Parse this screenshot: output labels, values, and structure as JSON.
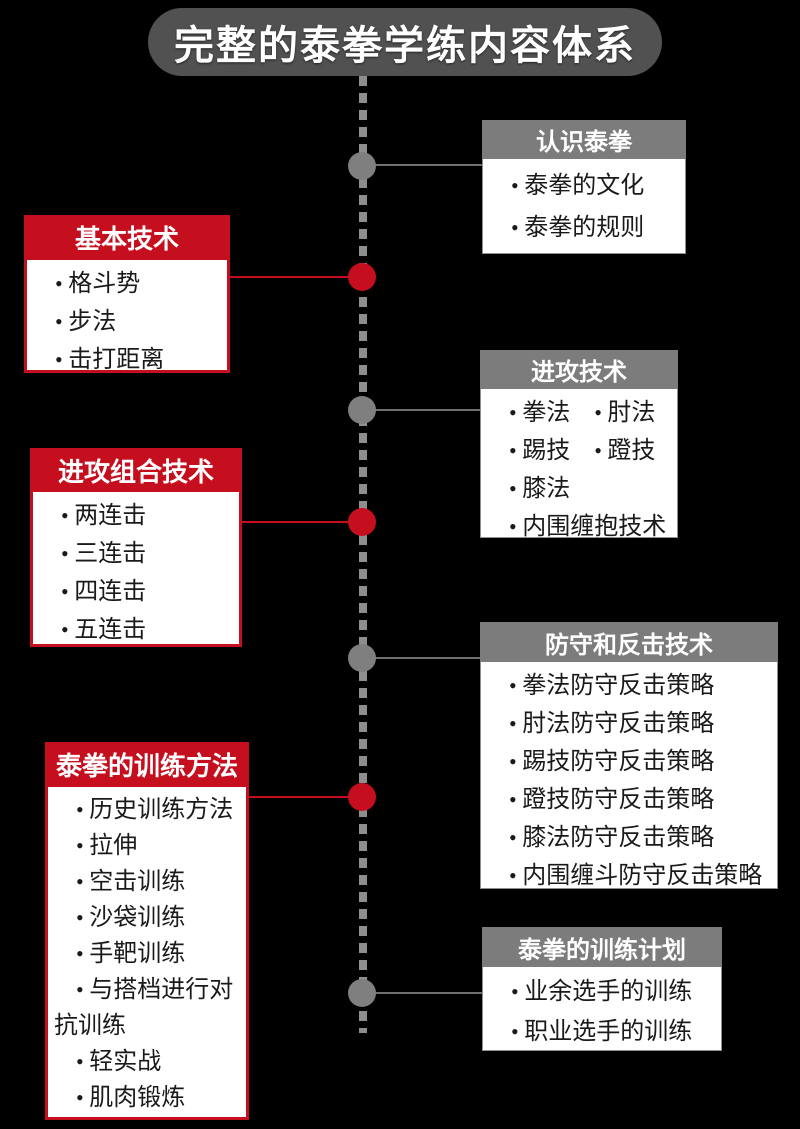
{
  "title": "完整的泰拳学练内容体系",
  "colors": {
    "background": "#000000",
    "red": "#c50f1f",
    "gray_header": "#7c7c7c",
    "title_pill": "#515151",
    "node_gray": "#7f7f7f",
    "dash_line": "#8e8e8e",
    "branch_gray": "#6f6f6f",
    "body_text": "#1a1a1a"
  },
  "left_boxes": [
    {
      "title": "基本技术",
      "items": [
        "格斗势",
        "步法",
        "击打距离"
      ]
    },
    {
      "title": "进攻组合技术",
      "items": [
        "两连击",
        "三连击",
        "四连击",
        "五连击"
      ]
    },
    {
      "title": "泰拳的训练方法",
      "items": [
        "历史训练方法",
        "拉伸",
        "空击训练",
        "沙袋训练",
        "手靶训练",
        "与搭档进行对抗训练",
        "轻实战",
        "肌肉锻炼"
      ]
    }
  ],
  "right_boxes": [
    {
      "title": "认识泰拳",
      "items": [
        "泰拳的文化",
        "泰拳的规则"
      ]
    },
    {
      "title": "进攻技术",
      "rows": [
        [
          "拳法",
          "肘法"
        ],
        [
          "踢技",
          "蹬技"
        ],
        [
          "膝法"
        ],
        [
          "内围缠抱技术"
        ]
      ]
    },
    {
      "title": "防守和反击技术",
      "items": [
        "拳法防守反击策略",
        "肘法防守反击策略",
        "踢技防守反击策略",
        "蹬技防守反击策略",
        "膝法防守反击策略",
        "内围缠斗防守反击策略"
      ]
    },
    {
      "title": "泰拳的训练计划",
      "items": [
        "业余选手的训练",
        "职业选手的训练"
      ]
    }
  ]
}
